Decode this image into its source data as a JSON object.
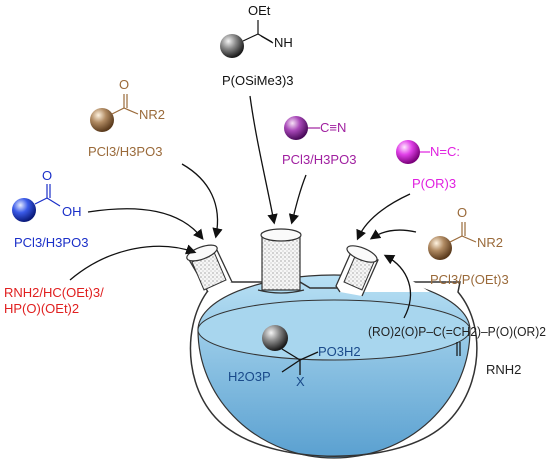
{
  "reagents": {
    "imidate": {
      "group_top": "OEt",
      "group_right": "NH",
      "condition": "P(OSiMe3)3"
    },
    "amide_top": {
      "group_top": "O",
      "group_right": "NR2",
      "condition": "PCl3/H3PO3"
    },
    "nitrile": {
      "group": "C≡N",
      "condition": "PCl3/H3PO3"
    },
    "isonitrile": {
      "group": "N=C:",
      "condition": "P(OR)3"
    },
    "acid": {
      "group_top": "O",
      "group_right": "OH",
      "condition": "PCl3/H3PO3"
    },
    "amide_right": {
      "group_top": "O",
      "group_right": "NR2",
      "condition": "PCl3/P(OEt)3"
    },
    "amine_route": {
      "line1": "RNH2/HC(OEt)3/",
      "line2": "HP(O)(OEt)2"
    },
    "vinyl_route": {
      "formula": "(RO)2(O)P–C(=CH2)–P(O)(OR)2",
      "amine": "RNH2"
    }
  },
  "product": {
    "left": "H2O3P",
    "right": "PO3H2",
    "substituent": "X"
  },
  "colors": {
    "imidate": "#222222",
    "amide": "#9a6a3a",
    "nitrile": "#a020a0",
    "isonitrile": "#e020e0",
    "acid": "#1a2fc8",
    "amine": "#e02020",
    "vinyl": "#222222",
    "liquid": "#8ec8e8",
    "product_text": "#1a4a8a"
  }
}
